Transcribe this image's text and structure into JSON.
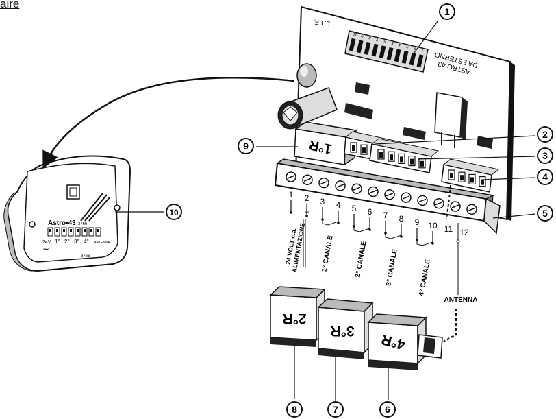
{
  "header": {
    "truncated_word": "aire"
  },
  "board": {
    "marking_ltf": "L.T.F.",
    "marking_astro_line1": "ASTRO 43",
    "marking_astro_line2": "DA ESTERNO",
    "dip_numbers": [
      "10",
      "9",
      "8",
      "7",
      "6",
      "5",
      "4",
      "3",
      "2",
      "1"
    ]
  },
  "relays": {
    "r1": "1°R",
    "r2": "2°R",
    "r3": "3°R",
    "r4": "4°R"
  },
  "terminals": {
    "numbers": [
      "1",
      "2",
      "3",
      "4",
      "5",
      "6",
      "7",
      "8",
      "9",
      "10",
      "11",
      "12"
    ],
    "minus_sign": "−",
    "plus_sign": "+",
    "power_label_line1": "24 VOLT c.a.",
    "power_label_line2": "ALIMENTAZIONE",
    "channel_labels": [
      "1° CANALE",
      "2° CANALE",
      "3° CANALE",
      "4° CANALE"
    ],
    "antenna_label": "ANTENNA"
  },
  "callouts": [
    "1",
    "2",
    "3",
    "4",
    "5",
    "6",
    "7",
    "8",
    "9",
    "10"
  ],
  "inset_device": {
    "brand": "Astro•43",
    "brand_suffix": "3766",
    "voltage": "24V",
    "ac_symbol": "∼",
    "channels": [
      "1°",
      "2°",
      "3°",
      "4°"
    ],
    "channel_suffix": "ANTENNA",
    "model_number": "3766"
  },
  "colors": {
    "ink": "#111111",
    "paper": "#ffffff",
    "shade": "#bbbbbb",
    "dark": "#222222"
  }
}
